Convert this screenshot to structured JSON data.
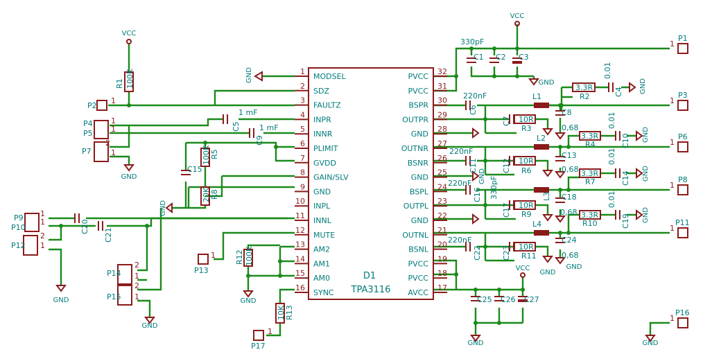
{
  "chip": {
    "ref": "D1",
    "value": "TPA3116",
    "left_pins": [
      {
        "num": "1",
        "name": "MODSEL"
      },
      {
        "num": "2",
        "name": "SDZ"
      },
      {
        "num": "3",
        "name": "FAULTZ"
      },
      {
        "num": "4",
        "name": "INPR"
      },
      {
        "num": "5",
        "name": "INNR"
      },
      {
        "num": "6",
        "name": "PLIMIT"
      },
      {
        "num": "7",
        "name": "GVDD"
      },
      {
        "num": "8",
        "name": "GAIN/SLV"
      },
      {
        "num": "9",
        "name": "GND"
      },
      {
        "num": "10",
        "name": "INPL"
      },
      {
        "num": "11",
        "name": "INNL"
      },
      {
        "num": "12",
        "name": "MUTE"
      },
      {
        "num": "13",
        "name": "AM2"
      },
      {
        "num": "14",
        "name": "AM1"
      },
      {
        "num": "15",
        "name": "AM0"
      },
      {
        "num": "16",
        "name": "SYNC"
      }
    ],
    "right_pins": [
      {
        "num": "32",
        "name": "PVCC"
      },
      {
        "num": "31",
        "name": "PVCC"
      },
      {
        "num": "30",
        "name": "BSPR"
      },
      {
        "num": "29",
        "name": "OUTPR"
      },
      {
        "num": "28",
        "name": "GND"
      },
      {
        "num": "27",
        "name": "OUTNR"
      },
      {
        "num": "26",
        "name": "BSNR"
      },
      {
        "num": "25",
        "name": "GND"
      },
      {
        "num": "24",
        "name": "BSPL"
      },
      {
        "num": "23",
        "name": "OUTPL"
      },
      {
        "num": "22",
        "name": "GND"
      },
      {
        "num": "21",
        "name": "OUTNL"
      },
      {
        "num": "20",
        "name": "BSNL"
      },
      {
        "num": "19",
        "name": "PVCC"
      },
      {
        "num": "18",
        "name": "PVCC"
      },
      {
        "num": "17",
        "name": "AVCC"
      }
    ]
  },
  "power": {
    "vcc": "VCC",
    "gnd": "GND"
  },
  "connectors": {
    "p1": "P1",
    "p2": "P2",
    "p3": "P3",
    "p4": "P4",
    "p5": "P5",
    "p6": "P6",
    "p7": "P7",
    "p8": "P8",
    "p9": "P9",
    "p10": "P10",
    "p11": "P11",
    "p12": "P12",
    "p13": "P13",
    "p14": "P14",
    "p15": "P15",
    "p16": "P16",
    "p17": "P17",
    "pin1": "1",
    "pin2": "2"
  },
  "components": {
    "r1": {
      "ref": "R1",
      "val": "100K"
    },
    "r2": {
      "ref": "R2",
      "val": "3.3R"
    },
    "r3": {
      "ref": "R3",
      "val": "10R"
    },
    "r4": {
      "ref": "R4",
      "val": "3.3R"
    },
    "r5": {
      "ref": "R5",
      "val": "100K"
    },
    "r6": {
      "ref": "R6",
      "val": "10R"
    },
    "r7": {
      "ref": "R7",
      "val": "3.3R"
    },
    "r8": {
      "ref": "R8",
      "val": "20K"
    },
    "r9": {
      "ref": "R9",
      "val": "10R"
    },
    "r10": {
      "ref": "R10",
      "val": "3.3R"
    },
    "r11": {
      "ref": "R11",
      "val": "10R"
    },
    "r12": {
      "ref": "R12",
      "val": "100K"
    },
    "r13": {
      "ref": "R13",
      "val": "10K"
    },
    "c1": "C1",
    "c2": "C2",
    "c3": "C3",
    "c4": "C4",
    "c5": "C5",
    "c6": "C6",
    "c7": "C7",
    "c8": "C8",
    "c9": "C9",
    "c10": "C10",
    "c11": "C11",
    "c12": "C12",
    "c13": "C13",
    "c14": "C14",
    "c15": "C15",
    "c16": "C16",
    "c17": "C17",
    "c18": "C18",
    "c19": "C19",
    "c20": "C20",
    "c21": "C21",
    "c22": "C22",
    "c23": "C23",
    "c24": "C24",
    "c25": "C25",
    "c26": "C26",
    "c27": "C27",
    "l1": "L1",
    "l2": "L2",
    "l3": "L3",
    "l4": "L4",
    "v_330pf": "330pF",
    "v_220nf": "220nF",
    "v_1mf": "1 mF",
    "v_001": "0.01",
    "v_068": "0,68"
  }
}
